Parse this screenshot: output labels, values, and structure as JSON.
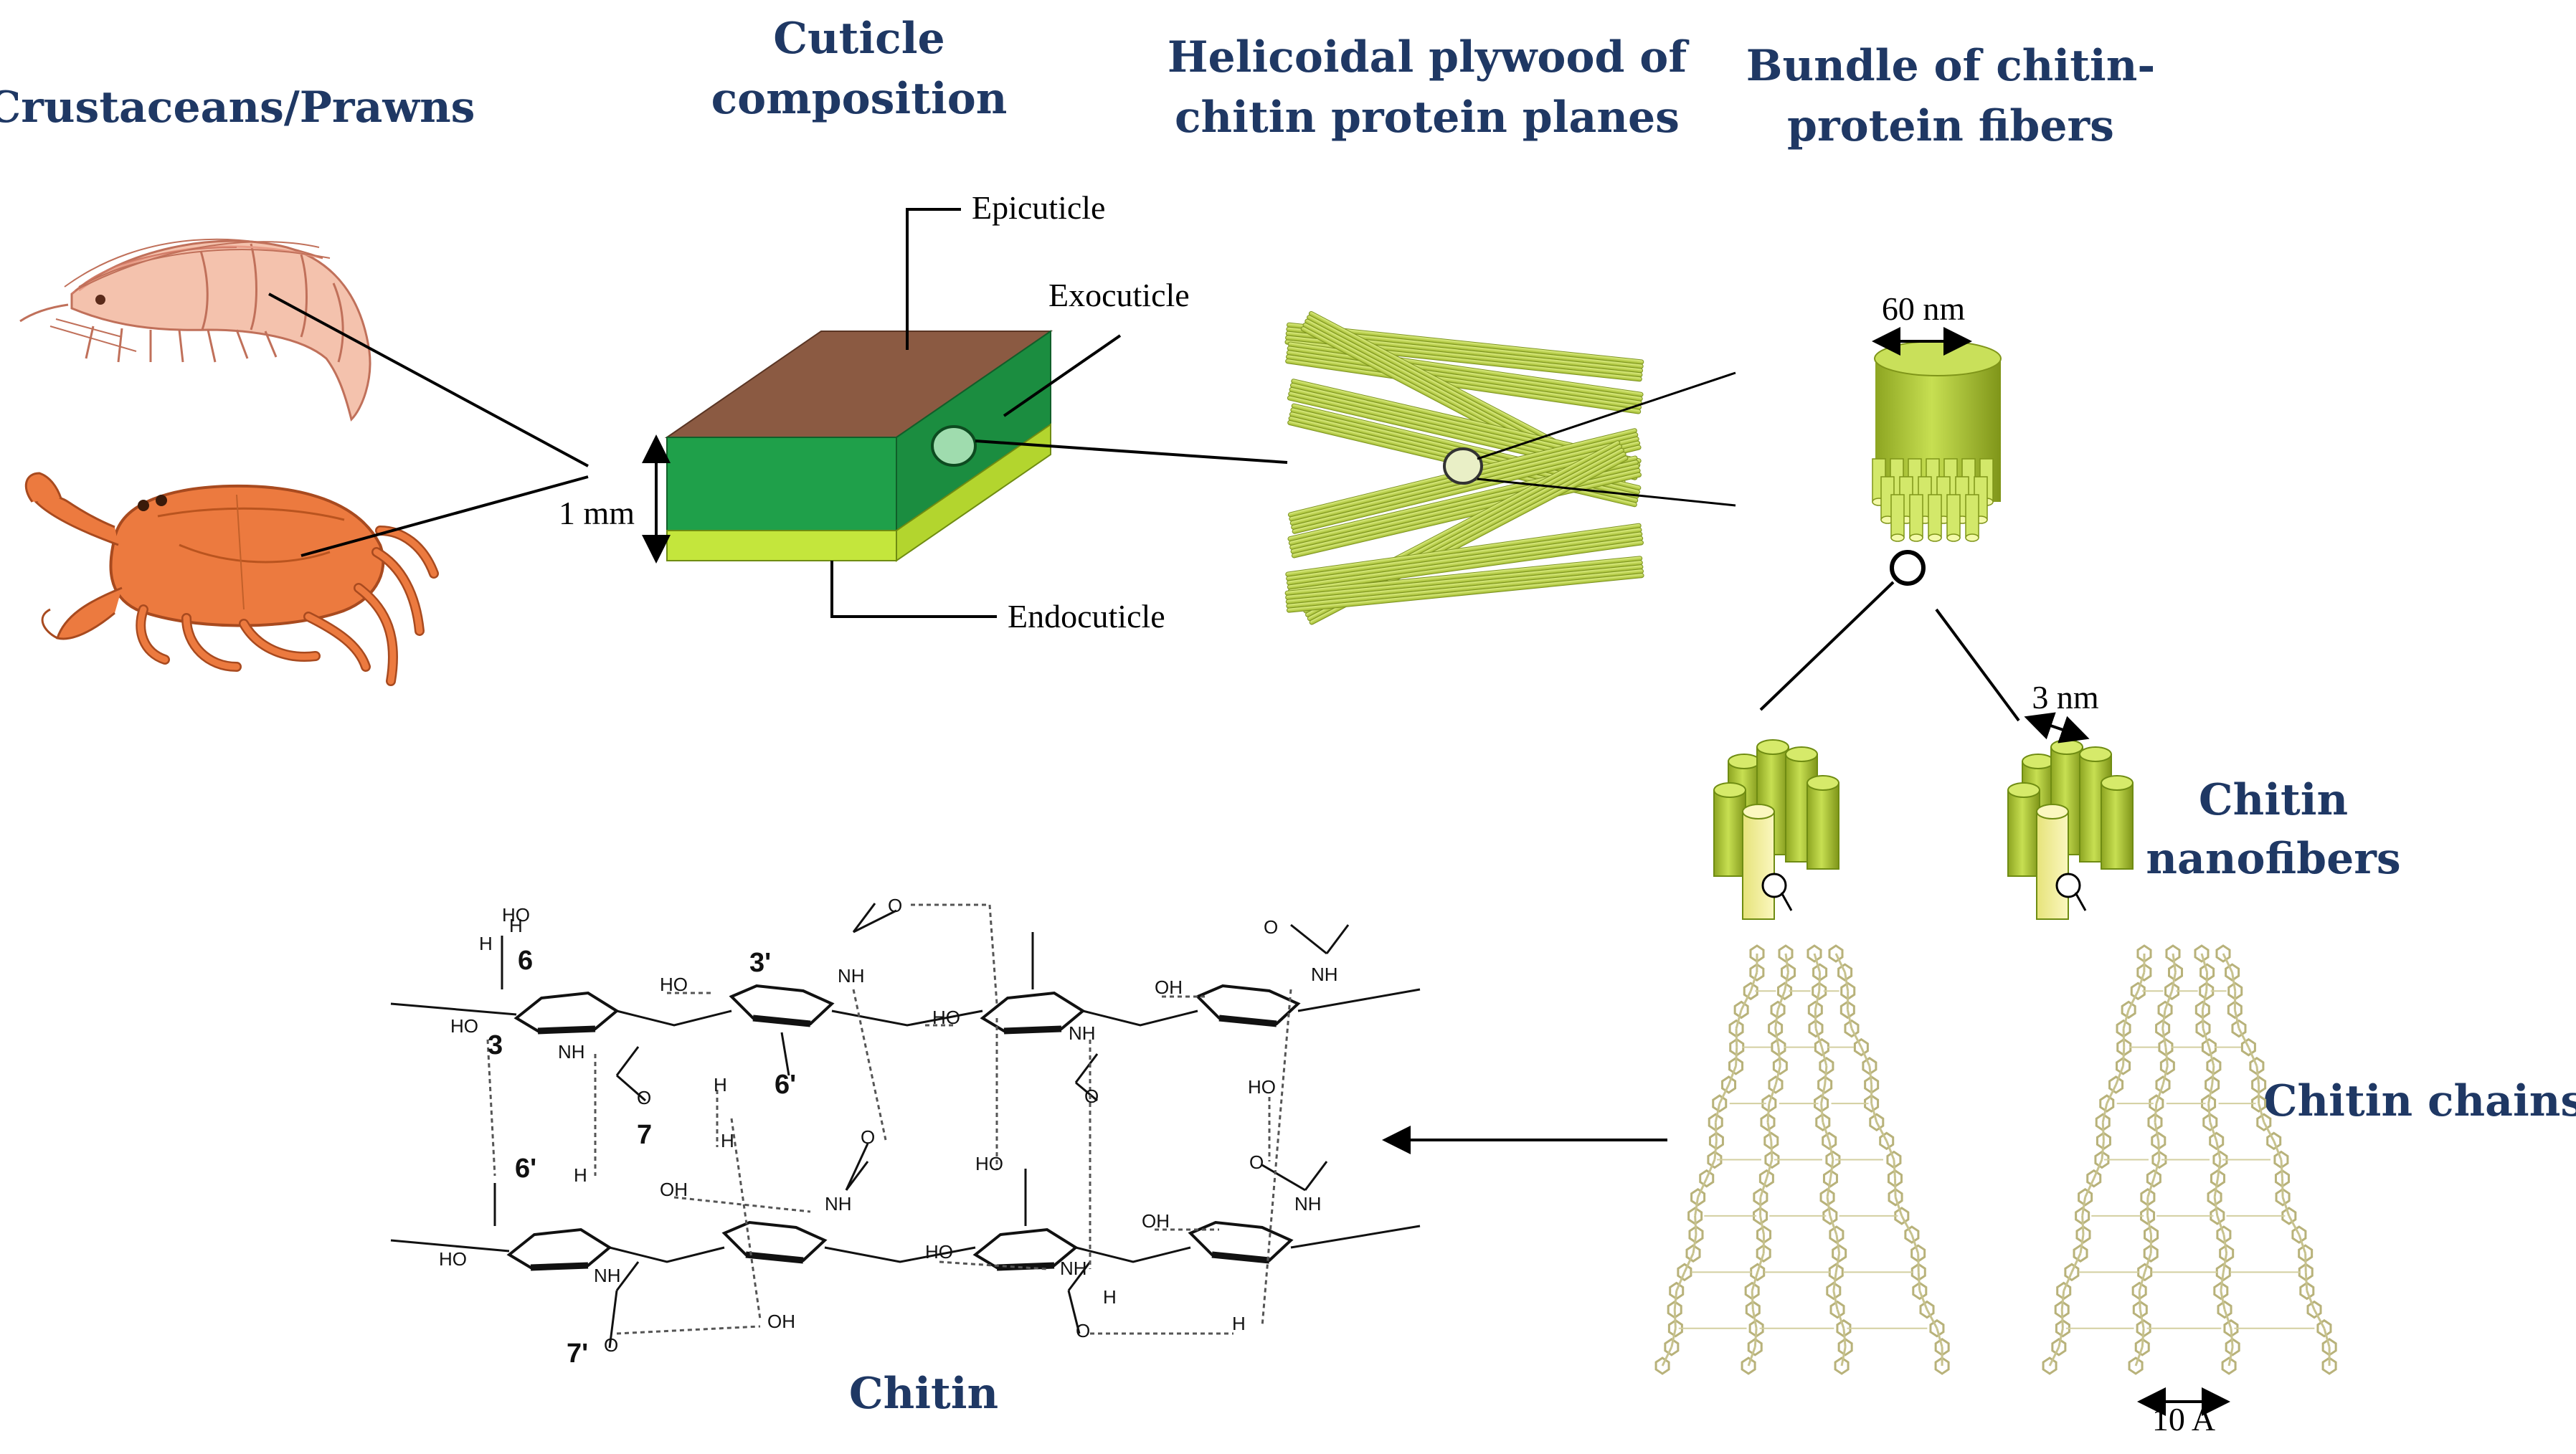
{
  "titles": {
    "crustaceans": "Crustaceans/Prawns",
    "cuticle_line1": "Cuticle",
    "cuticle_line2": "composition",
    "helicoidal_line1": "Helicoidal plywood of",
    "helicoidal_line2": "chitin protein planes",
    "bundle_line1": "Bundle of chitin-",
    "bundle_line2": "protein fibers",
    "nanofibers_line1": "Chitin",
    "nanofibers_line2": "nanofibers",
    "chains": "Chitin chains",
    "chitin": "Chitin"
  },
  "labels": {
    "epicuticle": "Epicuticle",
    "exocuticle": "Exocuticle",
    "endocuticle": "Endocuticle",
    "thickness": "1 mm",
    "bundle_width": "60 nm",
    "nanofiber_width": "3 nm",
    "chain_spacing": "10 A"
  },
  "chem_labels": {
    "oh": "HO",
    "ho_r": "OH",
    "nh": "NH",
    "h": "H",
    "o": "O",
    "n6": "6",
    "n3": "3",
    "n3p": "3'",
    "n6p": "6'",
    "n7": "7",
    "n7p": "7'"
  },
  "colors": {
    "title": "#1f3864",
    "epicuticle": "#8b5a42",
    "exocuticle": "#1fa04a",
    "endocuticle": "#c4e63c",
    "fiber": "#b5d13a",
    "shrimp": "#f2b8a0",
    "crab": "#ec7a3f"
  }
}
